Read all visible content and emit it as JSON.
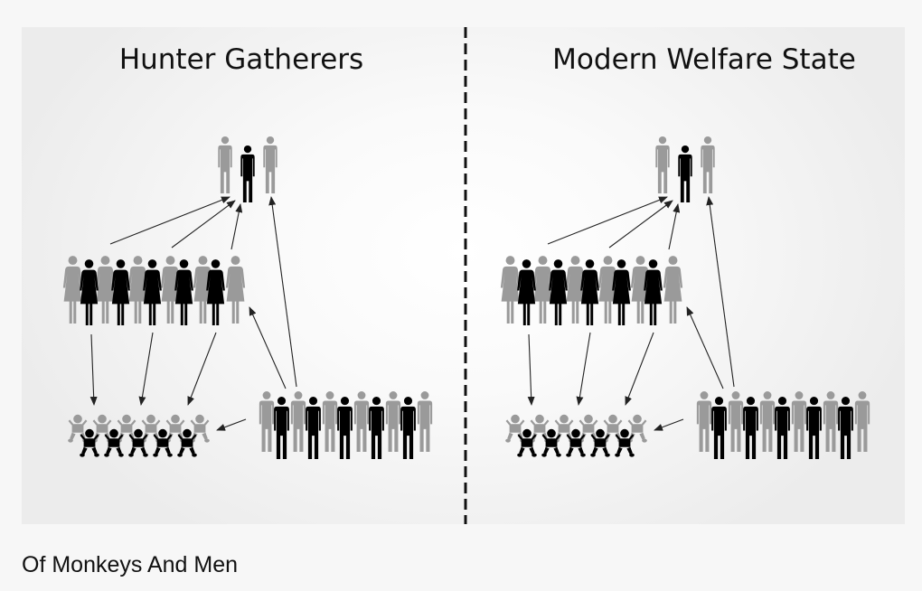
{
  "diagram": {
    "panels": [
      {
        "title": "Hunter Gatherers"
      },
      {
        "title": "Modern Welfare State"
      }
    ],
    "colors": {
      "foreground_figure": "#000000",
      "background_figure": "#9a9a9a",
      "arrow": "#222222",
      "divider": "#111111"
    },
    "icons": [
      "man-icon",
      "woman-icon",
      "baby-icon"
    ]
  },
  "caption": "Of Monkeys And Men"
}
